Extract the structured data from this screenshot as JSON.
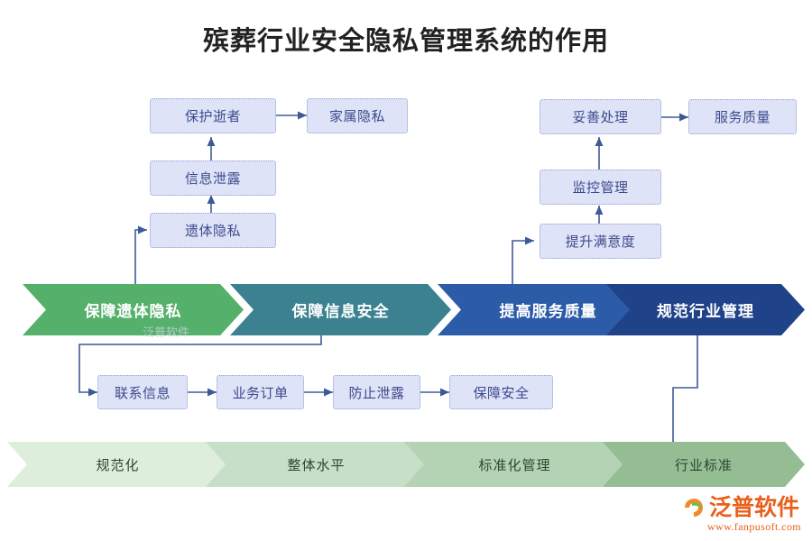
{
  "page": {
    "title": "殡葬行业安全隐私管理系统的作用",
    "background": "#ffffff"
  },
  "colors": {
    "node_fill": "#dfe3f7",
    "node_border": "#8f9ed6",
    "node_text": "#3c4a8c",
    "connector": "#3d5a96",
    "stage1": "#54b06a",
    "stage2": "#3c8190",
    "stage3": "#2c5ba8",
    "stage4": "#1f4289",
    "base1": "#ddeedd",
    "base2": "#c6dfc6",
    "base3": "#b4d3b4",
    "base4": "#94bd94",
    "logo": "#e8601c"
  },
  "left_branch": {
    "nodes": [
      {
        "id": "protect-deceased",
        "label": "保护逝者"
      },
      {
        "id": "family-privacy",
        "label": "家属隐私"
      },
      {
        "id": "info-leak",
        "label": "信息泄露"
      },
      {
        "id": "body-privacy",
        "label": "遗体隐私"
      }
    ]
  },
  "right_branch": {
    "nodes": [
      {
        "id": "proper-handling",
        "label": "妥善处理"
      },
      {
        "id": "service-quality",
        "label": "服务质量"
      },
      {
        "id": "monitor-management",
        "label": "监控管理"
      },
      {
        "id": "raise-satisfaction",
        "label": "提升满意度"
      }
    ]
  },
  "bottom_chain": {
    "nodes": [
      {
        "id": "contact-info",
        "label": "联系信息"
      },
      {
        "id": "business-order",
        "label": "业务订单"
      },
      {
        "id": "prevent-leak",
        "label": "防止泄露"
      },
      {
        "id": "ensure-safety",
        "label": "保障安全"
      }
    ]
  },
  "main_stages": [
    {
      "id": "stage-body-privacy",
      "label": "保障遗体隐私",
      "color": "#54b06a"
    },
    {
      "id": "stage-info-security",
      "label": "保障信息安全",
      "color": "#3c8190"
    },
    {
      "id": "stage-service-quality",
      "label": "提高服务质量",
      "color": "#2c5ba8"
    },
    {
      "id": "stage-industry-mgmt",
      "label": "规范行业管理",
      "color": "#1f4289"
    }
  ],
  "base_stages": [
    {
      "id": "base-standardize",
      "label": "规范化",
      "color": "#ddeedd"
    },
    {
      "id": "base-overall-level",
      "label": "整体水平",
      "color": "#c6dfc6"
    },
    {
      "id": "base-standard-mgmt",
      "label": "标准化管理",
      "color": "#b4d3b4"
    },
    {
      "id": "base-industry-standard",
      "label": "行业标准",
      "color": "#94bd94"
    }
  ],
  "logo": {
    "name": "泛普软件",
    "url": "www.fanpusoft.com",
    "watermark": "泛普软件"
  },
  "chart_data": {
    "type": "diagram",
    "title": "殡葬行业安全隐私管理系统的作用",
    "stages": [
      "保障遗体隐私",
      "保障信息安全",
      "提高服务质量",
      "规范行业管理"
    ],
    "foundation": [
      "规范化",
      "整体水平",
      "标准化管理",
      "行业标准"
    ],
    "upper_left_flow": [
      "遗体隐私",
      "信息泄露",
      "保护逝者",
      "家属隐私"
    ],
    "upper_right_flow": [
      "提升满意度",
      "监控管理",
      "妥善处理",
      "服务质量"
    ],
    "lower_flow": [
      "联系信息",
      "业务订单",
      "防止泄露",
      "保障安全"
    ]
  }
}
